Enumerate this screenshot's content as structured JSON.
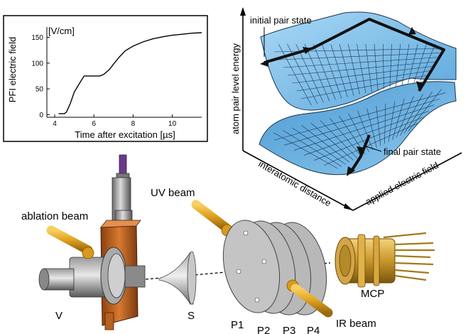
{
  "inset_chart": {
    "unit_label": "[V/cm]",
    "ylabel": "PFI electric field",
    "xlabel": "Time after excitation [µs]",
    "xticks": [
      "4",
      "6",
      "8",
      "10"
    ],
    "yticks": [
      "0",
      "50",
      "100",
      "150"
    ]
  },
  "chart_data": {
    "type": "line",
    "title": "",
    "xlabel": "Time after excitation [µs]",
    "ylabel": "PFI electric field",
    "unit": "[V/cm]",
    "xlim": [
      3.6,
      11.5
    ],
    "ylim": [
      -5,
      170
    ],
    "series": [
      {
        "x": [
          4.2,
          4.5,
          4.6,
          4.8,
          5.0,
          5.3,
          5.5,
          5.7,
          6.0,
          6.3,
          6.5,
          6.8,
          7.0,
          7.3,
          7.6,
          8.0,
          8.5,
          9.0,
          9.5,
          10.0,
          10.5,
          11.0,
          11.5
        ],
        "y": [
          2,
          2,
          5,
          22,
          44,
          63,
          75,
          75,
          75,
          75,
          78,
          88,
          98,
          112,
          124,
          133,
          141,
          147,
          151,
          154,
          156,
          158,
          159
        ]
      }
    ]
  },
  "energy_plot": {
    "zlabel": "atom pair level energy",
    "xlabel": "interatomic distance",
    "ylabel": "applied electric field",
    "initial_label": "initial pair state",
    "final_label": "final pair state",
    "surface_color": "#7fbfe8",
    "path_color": "#111111"
  },
  "apparatus": {
    "uv_beam": "UV beam",
    "ablation_beam": "ablation beam",
    "ir_beam": "IR beam",
    "v": "V",
    "s": "S",
    "p1": "P1",
    "p2": "P2",
    "p3": "P3",
    "p4": "P4",
    "mcp": "MCP",
    "beam_color": "#e0a020",
    "plate_color": "#b8b8b8",
    "copper_color": "#c8681e"
  }
}
